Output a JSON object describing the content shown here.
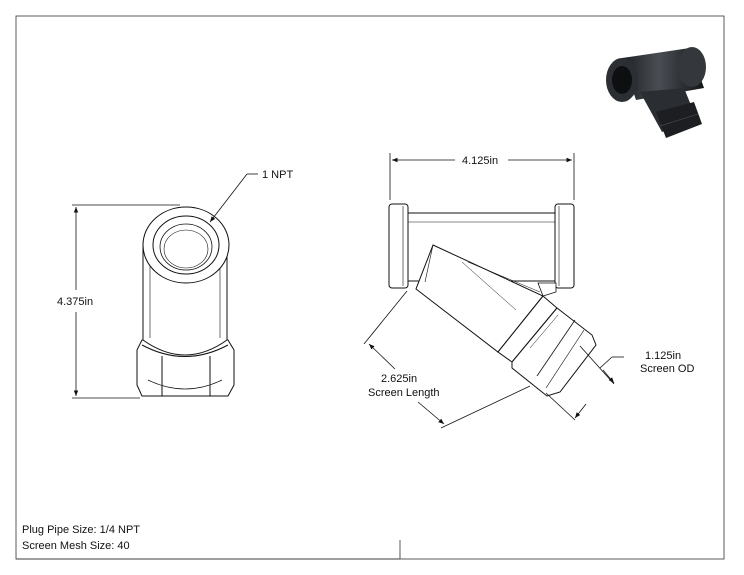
{
  "dimensions": {
    "overall_height": "4.375in",
    "thread_callout": "1 NPT",
    "overall_length": "4.125in",
    "screen_length_value": "2.625in",
    "screen_length_label": "Screen Length",
    "screen_od_value": "1.125in",
    "screen_od_label": "Screen OD"
  },
  "notes": {
    "plug_pipe_size": "Plug Pipe Size: 1/4 NPT",
    "screen_mesh_size": "Screen Mesh Size: 40"
  },
  "colors": {
    "line": "#111111",
    "part_fill": "#ffffff",
    "thumbnail_body": "#2e3135"
  }
}
